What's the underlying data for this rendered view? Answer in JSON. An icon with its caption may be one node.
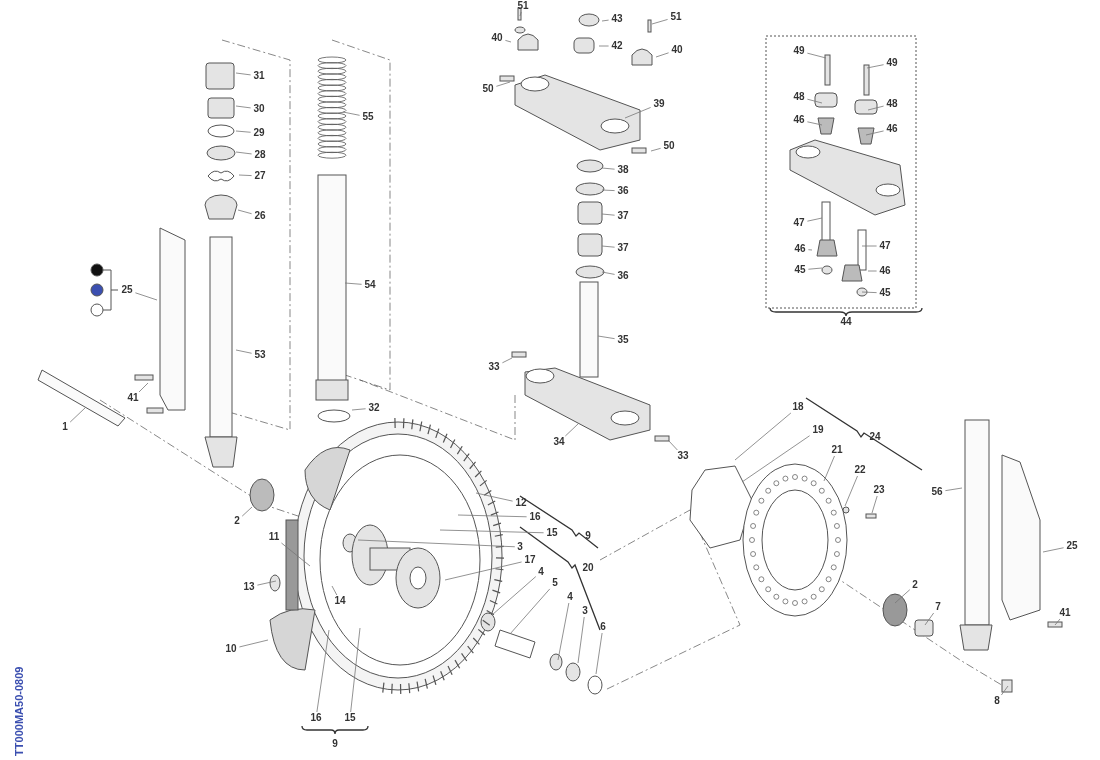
{
  "diagram": {
    "nodes": [
      {
        "text": [
          "31"
        ]
      },
      {
        "text": [
          "30"
        ]
      },
      {
        "text": [
          "29"
        ]
      },
      {
        "text": [
          "28"
        ]
      },
      {
        "text": [
          "27"
        ]
      },
      {
        "text": [
          "26"
        ]
      },
      {
        "text": [
          "55"
        ]
      },
      {
        "text": [
          "54"
        ]
      },
      {
        "text": [
          "53"
        ]
      },
      {
        "text": [
          "25"
        ]
      },
      {
        "text": [
          "51"
        ]
      },
      {
        "text": [
          "43"
        ]
      },
      {
        "text": [
          "51"
        ]
      },
      {
        "text": [
          "40"
        ]
      },
      {
        "text": [
          "42"
        ]
      },
      {
        "text": [
          "40"
        ]
      },
      {
        "text": [
          "50"
        ]
      },
      {
        "text": [
          "39"
        ]
      },
      {
        "text": [
          "50"
        ]
      },
      {
        "text": [
          "38"
        ]
      },
      {
        "text": [
          "36"
        ]
      },
      {
        "text": [
          "37"
        ]
      },
      {
        "text": [
          "37"
        ]
      },
      {
        "text": [
          "36"
        ]
      },
      {
        "text": [
          "35"
        ]
      },
      {
        "text": [
          "33"
        ]
      },
      {
        "text": [
          "34"
        ]
      },
      {
        "text": [
          "33"
        ]
      },
      {
        "text": [
          "49"
        ]
      },
      {
        "text": [
          "49"
        ]
      },
      {
        "text": [
          "48"
        ]
      },
      {
        "text": [
          "48"
        ]
      },
      {
        "text": [
          "46"
        ]
      },
      {
        "text": [
          "46"
        ]
      },
      {
        "text": [
          "47"
        ]
      },
      {
        "text": [
          "47"
        ]
      },
      {
        "text": [
          "46"
        ]
      },
      {
        "text": [
          "46"
        ]
      },
      {
        "text": [
          "45"
        ]
      },
      {
        "text": [
          "45"
        ]
      },
      {
        "text": [
          "18"
        ]
      },
      {
        "text": [
          "19"
        ]
      },
      {
        "text": [
          "21"
        ]
      },
      {
        "text": [
          "22"
        ]
      },
      {
        "text": [
          "23"
        ]
      },
      {
        "text": [
          "56"
        ]
      },
      {
        "text": [
          "25"
        ]
      },
      {
        "text": [
          "2"
        ]
      },
      {
        "text": [
          "7"
        ]
      },
      {
        "text": [
          "41"
        ]
      },
      {
        "text": [
          "8"
        ]
      },
      {
        "text": [
          "12"
        ]
      },
      {
        "text": [
          "16"
        ]
      },
      {
        "text": [
          "15"
        ]
      },
      {
        "text": [
          "3"
        ]
      },
      {
        "text": [
          "17"
        ]
      },
      {
        "text": [
          "4"
        ]
      },
      {
        "text": [
          "5"
        ]
      },
      {
        "text": [
          "4"
        ]
      },
      {
        "text": [
          "3"
        ]
      },
      {
        "text": [
          "6"
        ]
      },
      {
        "text": [
          "1"
        ]
      },
      {
        "text": [
          "41"
        ]
      },
      {
        "text": [
          "32"
        ]
      },
      {
        "text": [
          "2"
        ]
      },
      {
        "text": [
          "11"
        ]
      },
      {
        "text": [
          "13"
        ]
      },
      {
        "text": [
          "14"
        ]
      },
      {
        "text": [
          "10"
        ]
      },
      {
        "text": [
          "16"
        ]
      },
      {
        "text": [
          "15"
        ]
      }
    ],
    "edges": [
      {
        "from": 0,
        "to": null,
        "arrow": "none"
      },
      {
        "from": 1,
        "to": null,
        "arrow": "none"
      },
      {
        "from": 2,
        "to": null,
        "arrow": "none"
      },
      {
        "from": 3,
        "to": null,
        "arrow": "none"
      },
      {
        "from": 4,
        "to": null,
        "arrow": "none"
      },
      {
        "from": 5,
        "to": null,
        "arrow": "none"
      },
      {
        "from": 6,
        "to": null,
        "arrow": "none"
      },
      {
        "from": 7,
        "to": null,
        "arrow": "none"
      },
      {
        "from": 8,
        "to": null,
        "arrow": "none"
      },
      {
        "from": 9,
        "to": null,
        "arrow": "none"
      },
      {
        "from": 10,
        "to": null,
        "arrow": "none"
      },
      {
        "from": 11,
        "to": null,
        "arrow": "none"
      },
      {
        "from": 12,
        "to": null,
        "arrow": "none"
      },
      {
        "from": 13,
        "to": null,
        "arrow": "none"
      },
      {
        "from": 14,
        "to": null,
        "arrow": "none"
      },
      {
        "from": 15,
        "to": null,
        "arrow": "none"
      },
      {
        "from": 16,
        "to": null,
        "arrow": "none"
      },
      {
        "from": 17,
        "to": null,
        "arrow": "none"
      },
      {
        "from": 18,
        "to": null,
        "arrow": "none"
      },
      {
        "from": 19,
        "to": null,
        "arrow": "none"
      },
      {
        "from": 20,
        "to": null,
        "arrow": "none"
      },
      {
        "from": 21,
        "to": null,
        "arrow": "none"
      },
      {
        "from": 22,
        "to": null,
        "arrow": "none"
      },
      {
        "from": 23,
        "to": null,
        "arrow": "none"
      },
      {
        "from": 24,
        "to": null,
        "arrow": "none"
      },
      {
        "from": 25,
        "to": null,
        "arrow": "none"
      },
      {
        "from": 26,
        "to": null,
        "arrow": "none"
      },
      {
        "from": 27,
        "to": null,
        "arrow": "none"
      },
      {
        "from": 28,
        "to": null,
        "arrow": "none"
      },
      {
        "from": 29,
        "to": null,
        "arrow": "none"
      },
      {
        "from": 30,
        "to": null,
        "arrow": "none"
      },
      {
        "from": 31,
        "to": null,
        "arrow": "none"
      },
      {
        "from": 32,
        "to": null,
        "arrow": "none"
      },
      {
        "from": 33,
        "to": null,
        "arrow": "none"
      },
      {
        "from": 34,
        "to": null,
        "arrow": "none"
      },
      {
        "from": 35,
        "to": null,
        "arrow": "none"
      },
      {
        "from": 36,
        "to": null,
        "arrow": "none"
      },
      {
        "from": 37,
        "to": null,
        "arrow": "none"
      },
      {
        "from": 38,
        "to": null,
        "arrow": "none"
      },
      {
        "from": 39,
        "to": null,
        "arrow": "none"
      },
      {
        "from": 40,
        "to": null,
        "arrow": "none"
      },
      {
        "from": 41,
        "to": null,
        "arrow": "none"
      },
      {
        "from": 42,
        "to": null,
        "arrow": "none"
      },
      {
        "from": 43,
        "to": null,
        "arrow": "none"
      },
      {
        "from": 44,
        "to": null,
        "arrow": "none"
      },
      {
        "from": 45,
        "to": null,
        "arrow": "none"
      },
      {
        "from": 46,
        "to": null,
        "arrow": "none"
      },
      {
        "from": 47,
        "to": null,
        "arrow": "none"
      },
      {
        "from": 48,
        "to": null,
        "arrow": "none"
      },
      {
        "from": 49,
        "to": null,
        "arrow": "none"
      },
      {
        "from": 50,
        "to": null,
        "arrow": "none"
      },
      {
        "from": 51,
        "to": null,
        "arrow": "none"
      },
      {
        "from": 52,
        "to": null,
        "arrow": "none"
      },
      {
        "from": 53,
        "to": null,
        "arrow": "none"
      },
      {
        "from": 54,
        "to": null,
        "arrow": "none"
      },
      {
        "from": 55,
        "to": null,
        "arrow": "none"
      },
      {
        "from": 56,
        "to": null,
        "arrow": "none"
      },
      {
        "from": 57,
        "to": null,
        "arrow": "none"
      },
      {
        "from": 58,
        "to": null,
        "arrow": "none"
      },
      {
        "from": 59,
        "to": null,
        "arrow": "none"
      },
      {
        "from": 60,
        "to": null,
        "arrow": "none"
      },
      {
        "from": 61,
        "to": null,
        "arrow": "none"
      },
      {
        "from": 62,
        "to": null,
        "arrow": "none"
      },
      {
        "from": 63,
        "to": null,
        "arrow": "none"
      },
      {
        "from": 64,
        "to": null,
        "arrow": "none"
      },
      {
        "from": 65,
        "to": null,
        "arrow": "none"
      },
      {
        "from": 66,
        "to": null,
        "arrow": "none"
      },
      {
        "from": 67,
        "to": null,
        "arrow": "none"
      },
      {
        "from": 68,
        "to": null,
        "arrow": "none"
      },
      {
        "from": 69,
        "to": null,
        "arrow": "none"
      },
      {
        "from": 70,
        "to": null,
        "arrow": "none"
      }
    ],
    "labels": [
      "44",
      "24",
      "9",
      "20",
      "9",
      "TT000MA50-0809"
    ]
  }
}
